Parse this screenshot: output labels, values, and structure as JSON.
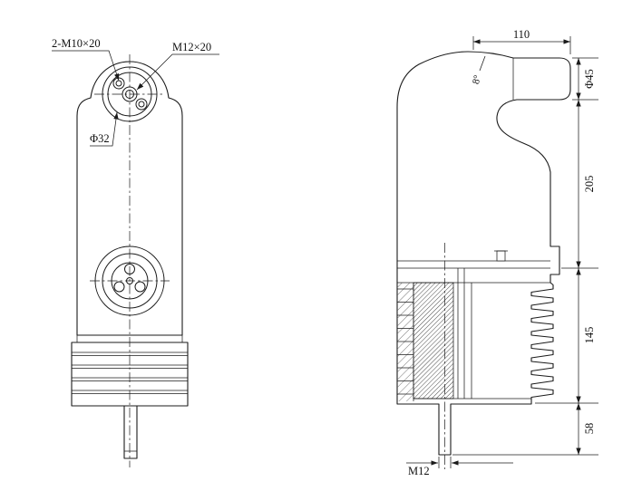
{
  "page": {
    "background_color": "#ffffff",
    "line_color": "#1b1b1b"
  },
  "front_view": {
    "labels": {
      "bolt_pattern": "2-M10×20",
      "center_thread": "M12×20",
      "circle_diameter": "Φ32"
    }
  },
  "side_view": {
    "dimensions": {
      "top_width": "110",
      "head_angle": "8°",
      "boss_diameter": "Φ45",
      "upper_height": "205",
      "mid_height": "145",
      "lower_height": "58",
      "stem_thread": "M12"
    }
  }
}
